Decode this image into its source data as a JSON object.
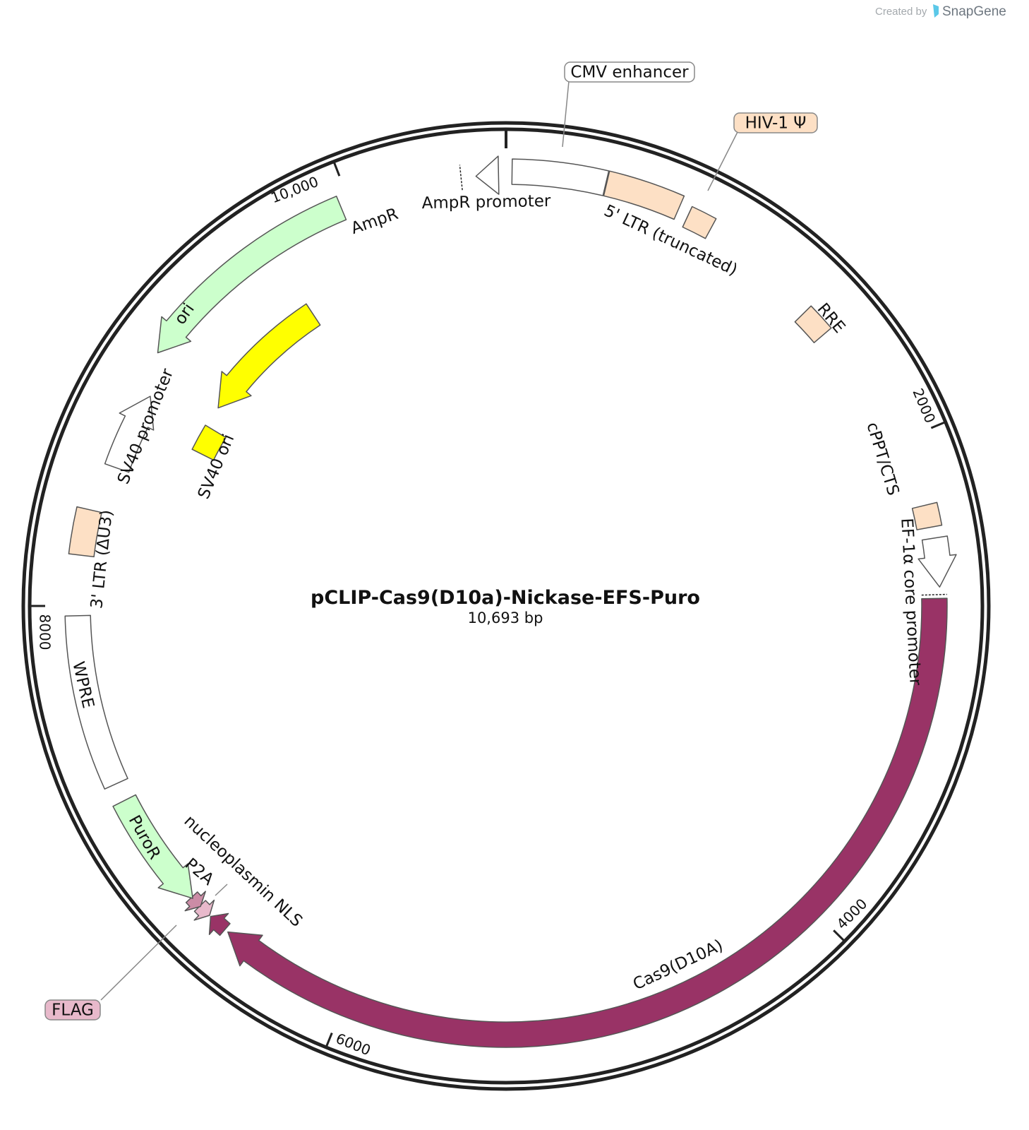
{
  "credit": {
    "created_by": "Created by",
    "brand": "SnapGene"
  },
  "plasmid": {
    "name": "pCLIP-Cas9(D10a)-Nickase-EFS-Puro",
    "length_label": "10,693 bp"
  },
  "ticks": [
    "10,000",
    "2000",
    "4000",
    "6000",
    "8000"
  ],
  "features": {
    "cmv": "CMV enhancer",
    "hiv": "HIV-1 Ψ",
    "ltr5": "5' LTR (truncated)",
    "rre": "RRE",
    "cppt": "cPPT/CTS",
    "ef1a": "EF-1α core promoter",
    "cas9": "Cas9(D10A)",
    "nls": "nucleoplasmin NLS",
    "p2a": "P2A",
    "flag": "FLAG",
    "puror": "PuroR",
    "wpre": "WPRE",
    "ltr3": "3' LTR (ΔU3)",
    "sv40p": "SV40 promoter",
    "sv40ori": "SV40 ori",
    "ori": "ori",
    "ampr": "AmpR",
    "amprp": "AmpR promoter"
  },
  "colors": {
    "cas9": "#993366",
    "ltr": "#fde0c5",
    "ori": "#ffff00",
    "ampr": "#ccffcc",
    "flag": "#e8b9cb",
    "p2a": "#cc8ca6",
    "promoter": "#ffffff"
  }
}
